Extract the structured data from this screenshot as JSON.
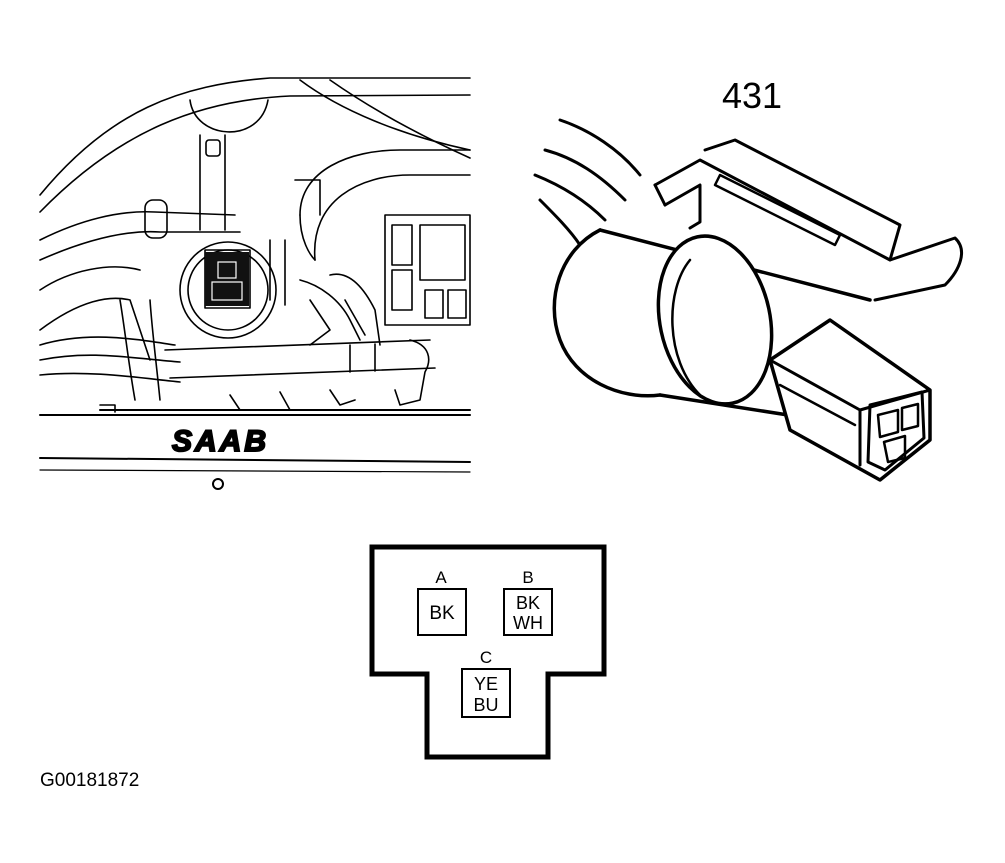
{
  "figure_id": "G00181872",
  "component_number": "431",
  "engine_bay": {
    "badge_text": "SAAB"
  },
  "connector_face": {
    "pins": [
      {
        "letter": "A",
        "colors": [
          "BK"
        ]
      },
      {
        "letter": "B",
        "colors": [
          "BK",
          "WH"
        ]
      },
      {
        "letter": "C",
        "colors": [
          "YE",
          "BU"
        ]
      }
    ]
  },
  "colors": {
    "ink": "#000000",
    "paper": "#ffffff"
  }
}
